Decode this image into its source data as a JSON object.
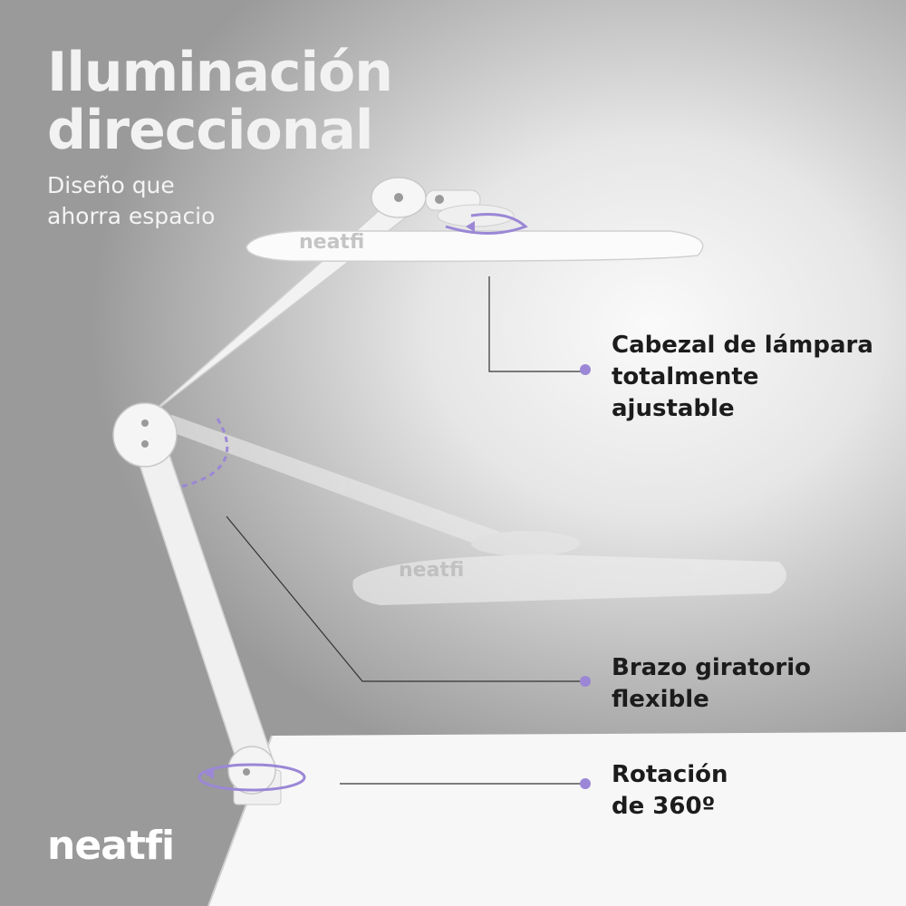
{
  "headline": {
    "line1": "Iluminación",
    "line2": "direccional"
  },
  "subheadline": {
    "line1": "Diseño que",
    "line2": "ahorra espacio"
  },
  "callouts": [
    {
      "lines": [
        "Cabezal de lámpara",
        "totalmente",
        "ajustable"
      ]
    },
    {
      "lines": [
        "Brazo giratorio",
        "flexible"
      ]
    },
    {
      "lines": [
        "Rotación",
        "de 360º"
      ]
    }
  ],
  "brand_logo": "neatfi",
  "lamp_head_engraving": "neatfi",
  "colors": {
    "accent": "#9b87d6",
    "text_dark": "#1c1c1c",
    "text_light": "#f2f2f2",
    "lamp": "#f4f4f4"
  }
}
